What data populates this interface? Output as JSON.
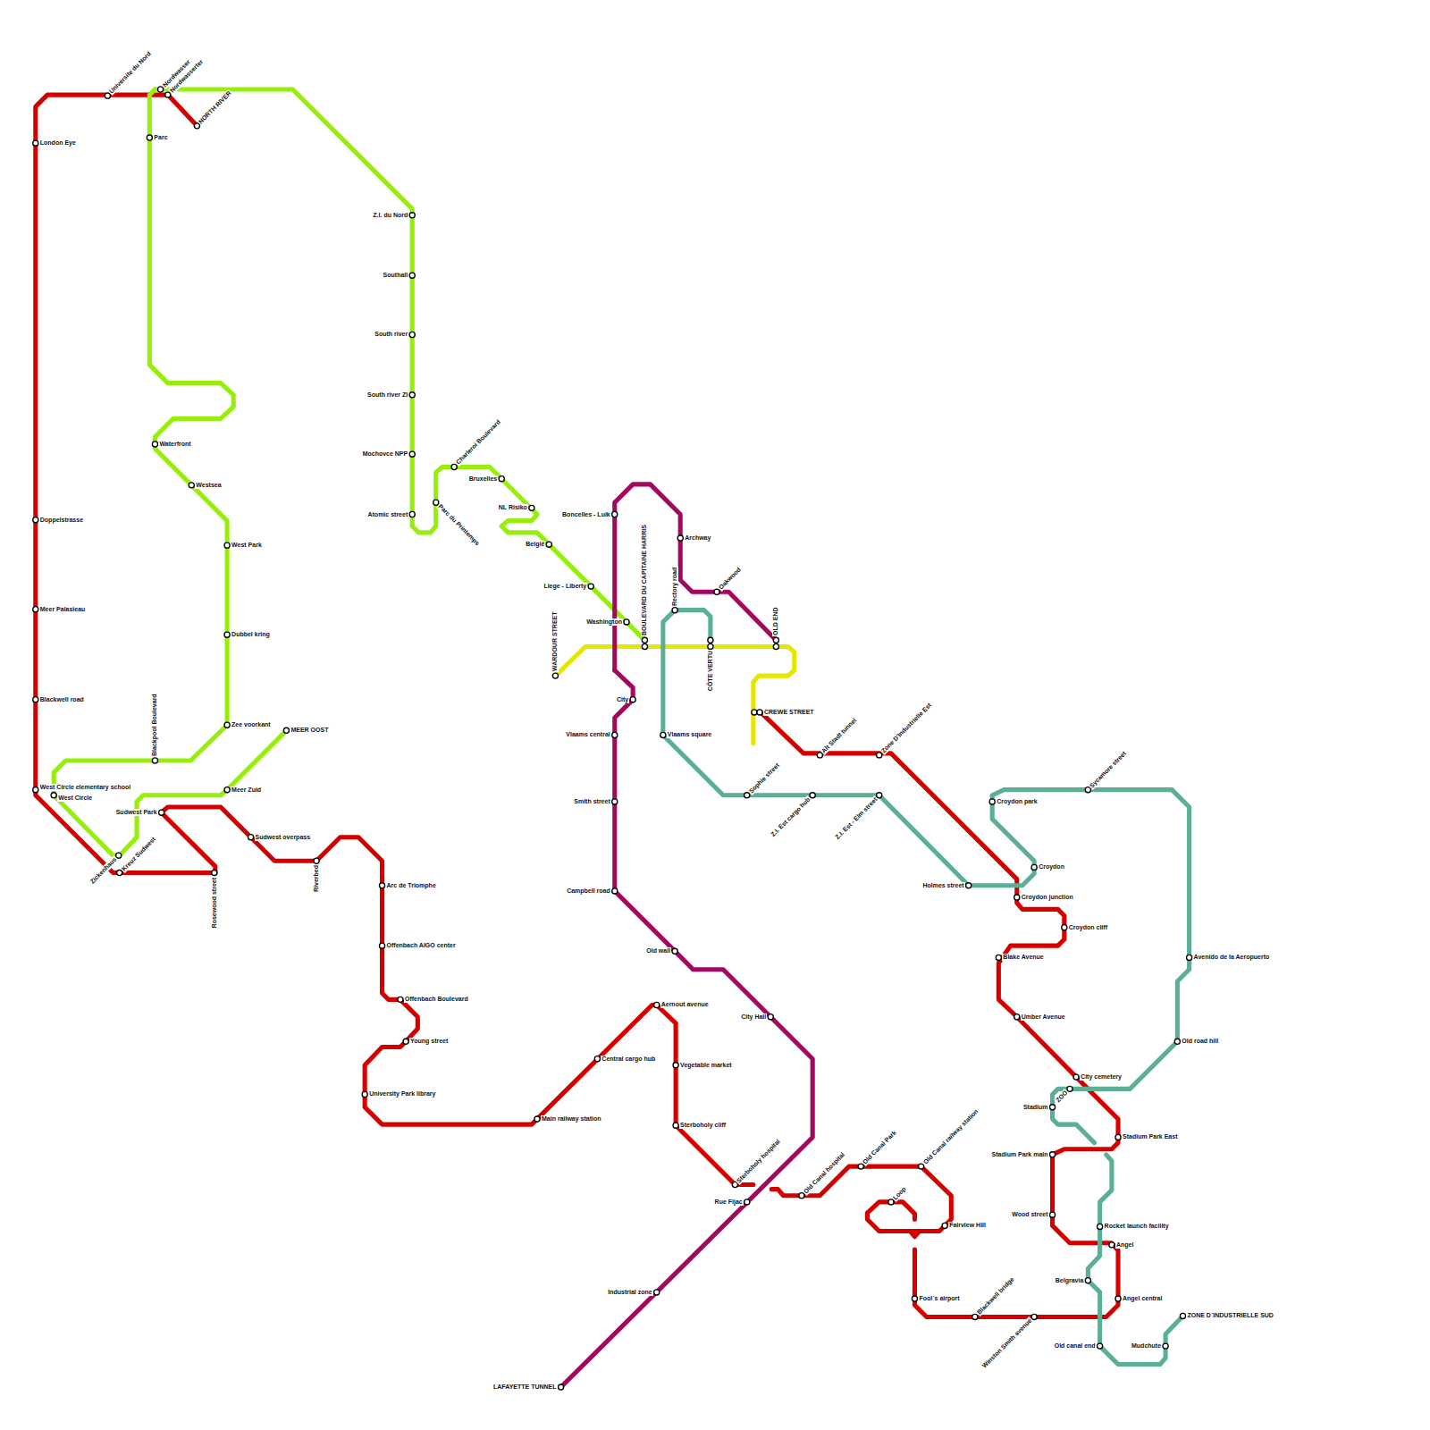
{
  "diagram": {
    "labels": [
      "Universite du Nord",
      "Nordwasser",
      "Nordwasserter",
      "NORTH RIVER",
      "London Eye",
      "Doppelstrasse",
      "Meer Palasieau",
      "Blackwell road",
      "West Circle elementary school",
      "West Circle",
      "Parc",
      "Waterfront",
      "Westsea",
      "West Park",
      "Dubbel kring",
      "Zee voorkant",
      "Blackpool Boulevard",
      "MEER OOST",
      "Meer Zuid",
      "Sudwest Park",
      "Zickenhaus",
      "Kreuz Sudwest",
      "Rosewood street",
      "Sudwest overpass",
      "Riverbed",
      "Arc de Triomphe",
      "Offenbach AIGO center",
      "Offenbach Boulevard",
      "Young street",
      "University Park library",
      "Main railway station",
      "Central cargo hub",
      "Aernout avenue",
      "Vegetable market",
      "Sterboholy cliff",
      "Sterboholy hospital",
      "Z.I. du Nord",
      "Southall",
      "South river",
      "South river ZI",
      "Mochovce NPP",
      "Atomic street",
      "Parc du Printemps",
      "Charleroi Boulevard",
      "Bruxelles",
      "NL Risiko",
      "België",
      "Liege - Liberty",
      "Washington",
      "BOULEVARD DU CAPITAINE HARRIS",
      "WARDOUR STREET",
      "CÔTE VERTU",
      "OLD END",
      "Boncelles - Luik",
      "Archway",
      "Oakwood",
      "City",
      "Vlaams central",
      "Smith street",
      "Campbell road",
      "Old wall",
      "City Hall",
      "Rue Fijac",
      "Industrial zone",
      "LAFAYETTE TUNNEL",
      "Rectory road",
      "Vlaams square",
      "CREWE STREET",
      "Alt Stadt tunnel",
      "Zone D'Industrielle Est",
      "Sophie street",
      "Z.I. Est cargo hub",
      "Z.I. Est - Elm street",
      "Holmes street",
      "Croydon park",
      "Sycamore street",
      "Croydon",
      "Croydon junction",
      "Croydon cliff",
      "Blake Avenue",
      "Umber Avenue",
      "Avenido de la Aeropuerto",
      "Old road hill",
      "City cemetery",
      "ZOO",
      "Stadium",
      "Stadium Park East",
      "Stadium Park main",
      "Old Canal hospital",
      "Old Canal Park",
      "Loop",
      "Old Canal railway station",
      "Fairview Hill",
      "Wood street",
      "Rocket launch facility",
      "Angel",
      "Belgravia",
      "Angel central",
      "Fool´s airport",
      "Blackwell bridge",
      "Winston Smith avenue",
      "Old canal end",
      "Mudchute",
      "ZONE D´INDUSTRIELLE SUD"
    ]
  }
}
